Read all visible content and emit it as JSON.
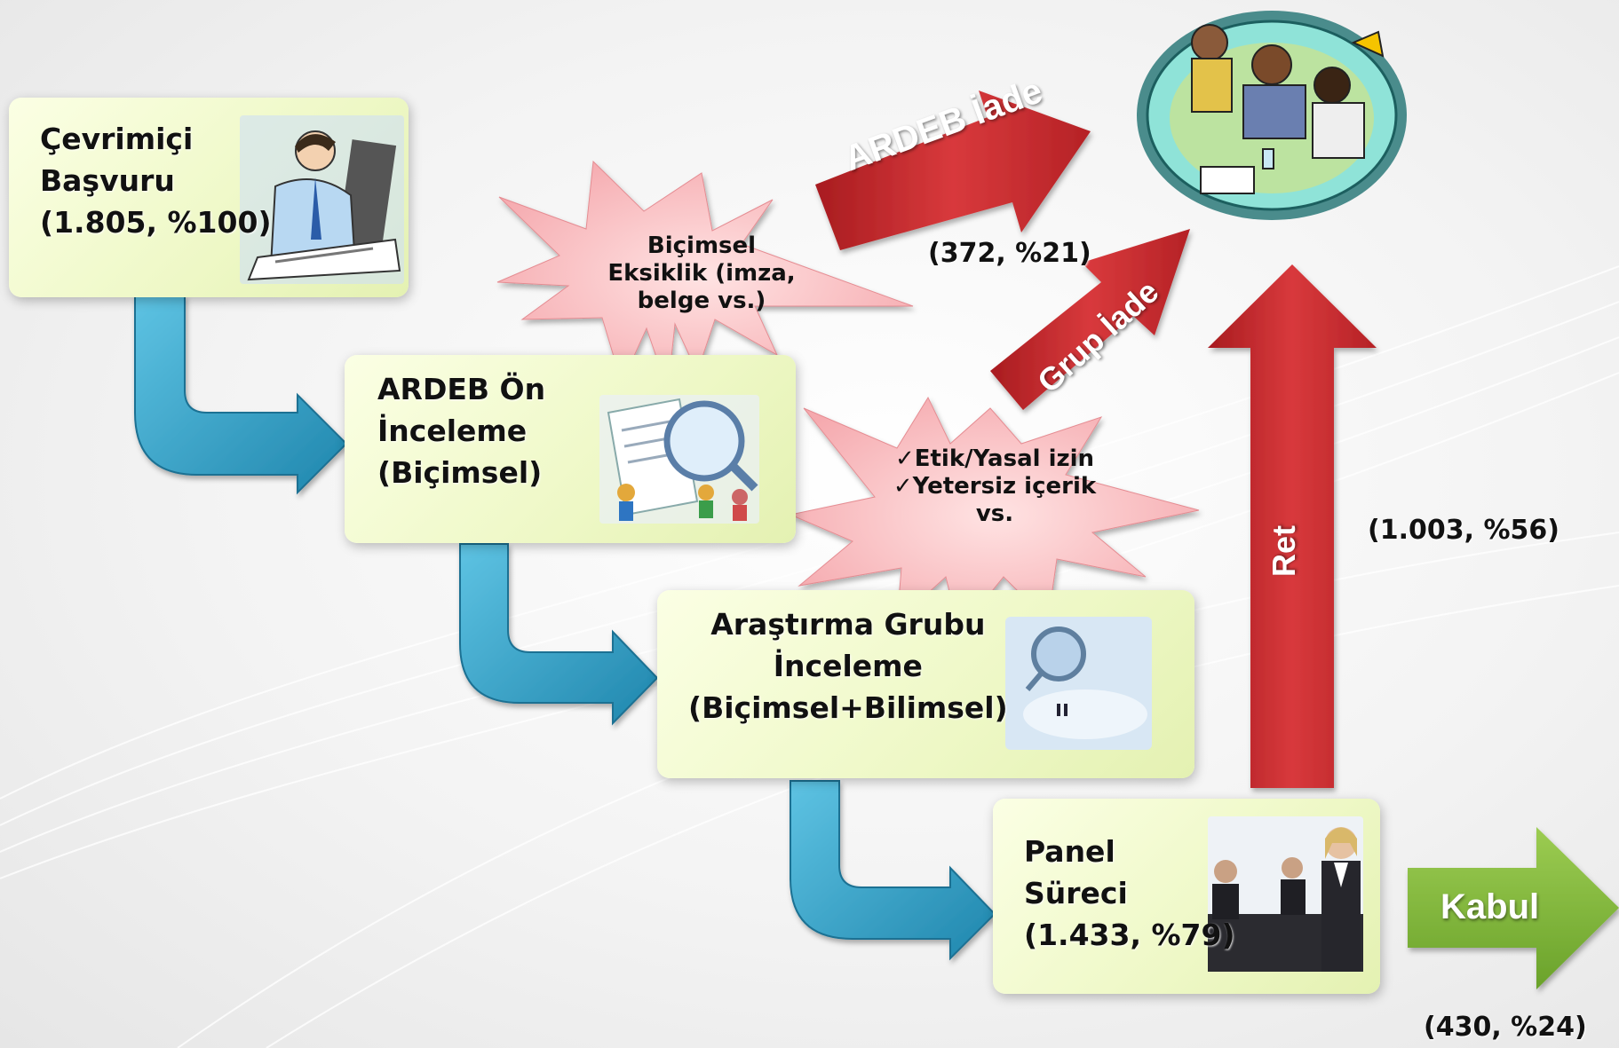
{
  "steps": [
    {
      "lines": [
        "Çevrimiçi",
        "Başvuru",
        "(1.805, %100)"
      ]
    },
    {
      "lines": [
        "ARDEB Ön",
        "İnceleme",
        "(Biçimsel)"
      ]
    },
    {
      "lines": [
        "Araştırma Grubu",
        "İnceleme",
        "(Biçimsel+Bilimsel)"
      ]
    },
    {
      "lines": [
        "Panel",
        "Süreci",
        "(1.433, %79)"
      ]
    }
  ],
  "bursts": [
    {
      "lines": [
        "Biçimsel",
        "Eksiklik (imza,",
        "belge vs.)"
      ]
    },
    {
      "lines": [
        "✓Etik/Yasal izin",
        "✓Yetersiz içerik",
        "vs."
      ]
    }
  ],
  "arrows": {
    "ardeb_iade": "ARDEB İade",
    "grup_iade": "Grup İade",
    "ret": "Ret",
    "kabul": "Kabul"
  },
  "stats": {
    "ardeb_iade": "(372, %21)",
    "ret": "(1.003, %56)",
    "kabul": "(430, %24)"
  },
  "colors": {
    "box_fill": "#eef8c6",
    "burst_fill": "#f9b9bd",
    "red_arrow": "#c4282c",
    "green_arrow": "#7cb33a",
    "blue_arrow": "#2f9cc2"
  },
  "icons": [
    "office-worker-icon",
    "document-magnifier-icon",
    "magnifying-glass-icon",
    "business-meeting-photo-icon",
    "team-meeting-icon"
  ]
}
